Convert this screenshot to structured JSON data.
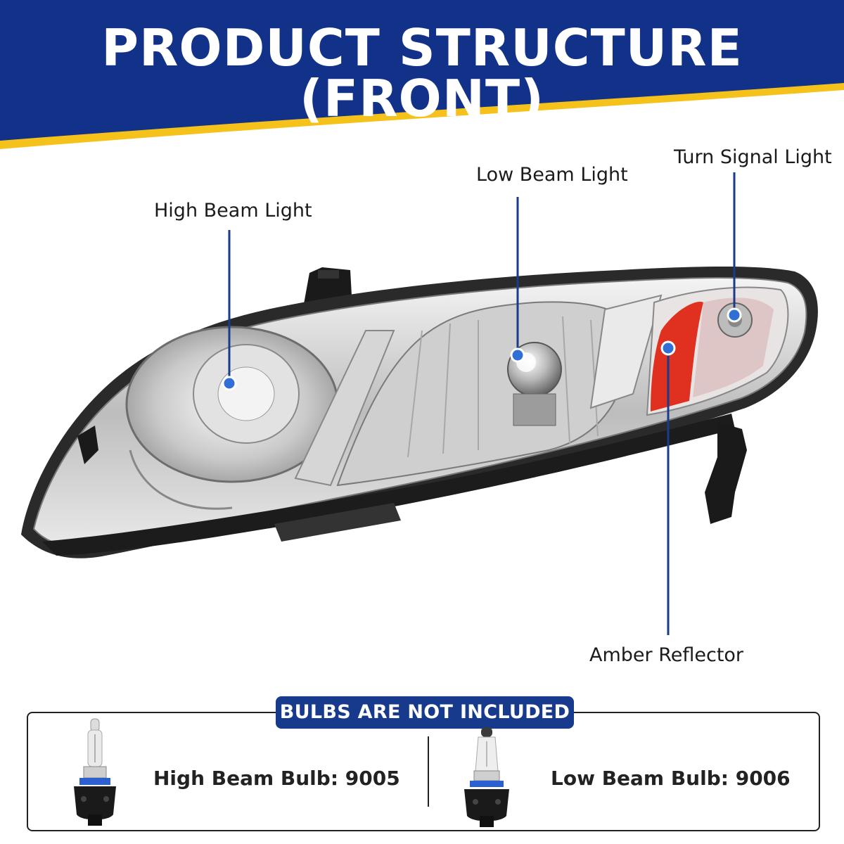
{
  "header": {
    "title": "PRODUCT STRUCTURE (FRONT)",
    "colors": {
      "banner": "#12328a",
      "stripe": "#f5c21b"
    }
  },
  "callouts": {
    "high_beam": "High Beam Light",
    "low_beam": "Low Beam Light",
    "turn_signal": "Turn Signal Light",
    "amber_reflector": "Amber Reflector"
  },
  "bulbs": {
    "badge": "BULBS ARE NOT INCLUDED",
    "high_beam_bulb": "High Beam Bulb: 9005",
    "low_beam_bulb": "Low Beam Bulb: 9006"
  },
  "icons": [
    "headlight-assembly-image",
    "bulb-9005-icon",
    "bulb-9006-icon"
  ],
  "colors": {
    "callout_line": "#1a3a8a",
    "callout_dot": "#2f6fd6",
    "amber": "#e0301f"
  }
}
